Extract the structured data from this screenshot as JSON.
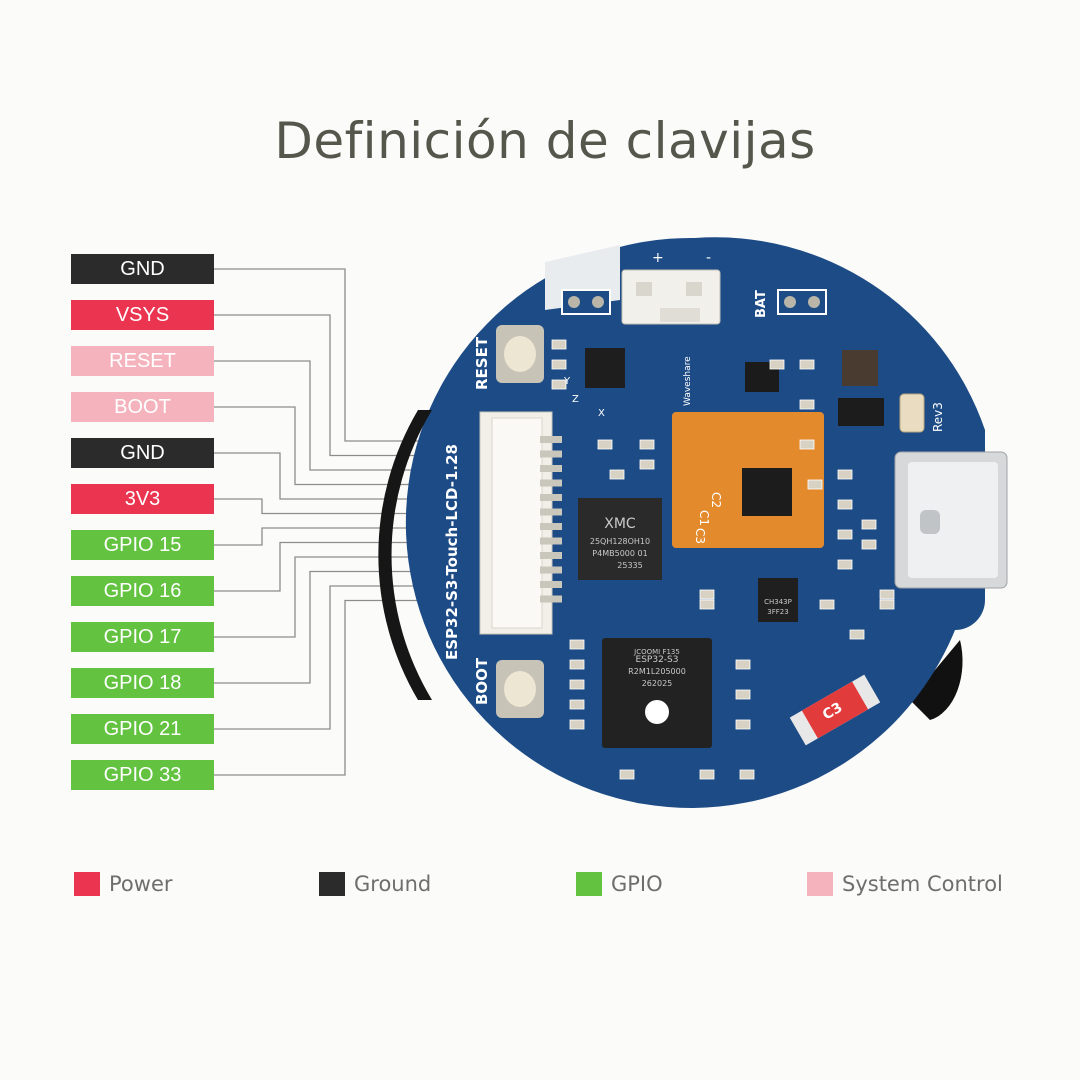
{
  "title": "Definición de clavijas",
  "colors": {
    "power": "#ea3450",
    "ground": "#2b2b2b",
    "gpio": "#63c341",
    "system": "#f5b4bd",
    "board": "#1d4b86",
    "wire": "#8c8c8c"
  },
  "pins": [
    {
      "label": "GND",
      "type": "ground"
    },
    {
      "label": "VSYS",
      "type": "power"
    },
    {
      "label": "RESET",
      "type": "system"
    },
    {
      "label": "BOOT",
      "type": "system"
    },
    {
      "label": "GND",
      "type": "ground"
    },
    {
      "label": "3V3",
      "type": "power"
    },
    {
      "label": "GPIO 15",
      "type": "gpio"
    },
    {
      "label": "GPIO 16",
      "type": "gpio"
    },
    {
      "label": "GPIO 17",
      "type": "gpio"
    },
    {
      "label": "GPIO 18",
      "type": "gpio"
    },
    {
      "label": "GPIO 21",
      "type": "gpio"
    },
    {
      "label": "GPIO 33",
      "type": "gpio"
    }
  ],
  "legend": [
    {
      "label": "Power",
      "type": "power"
    },
    {
      "label": "Ground",
      "type": "ground"
    },
    {
      "label": "GPIO",
      "type": "gpio"
    },
    {
      "label": "System Control",
      "type": "system"
    }
  ],
  "board": {
    "name": "ESP32-S3-Touch-LCD-1.28",
    "reset_label": "RESET",
    "boot_label": "BOOT",
    "bat_label": "BAT",
    "rev_label": "Rev3",
    "brand": "Waveshare",
    "flash_chip": [
      "XMC",
      "25QH128OH10",
      "P4MB5000 01",
      "25335"
    ],
    "mcu_chip": [
      "ESP32-S3",
      "R2M1L205000",
      "262025",
      "JCOOMI F135"
    ],
    "usb_chip": [
      "CH343P",
      "3FF23"
    ],
    "flex_labels": [
      "C2",
      "C1",
      "C3"
    ],
    "polarity": [
      "+",
      "-"
    ],
    "fuse_label": "C3",
    "axis": [
      "Y",
      "Z",
      "X"
    ]
  }
}
